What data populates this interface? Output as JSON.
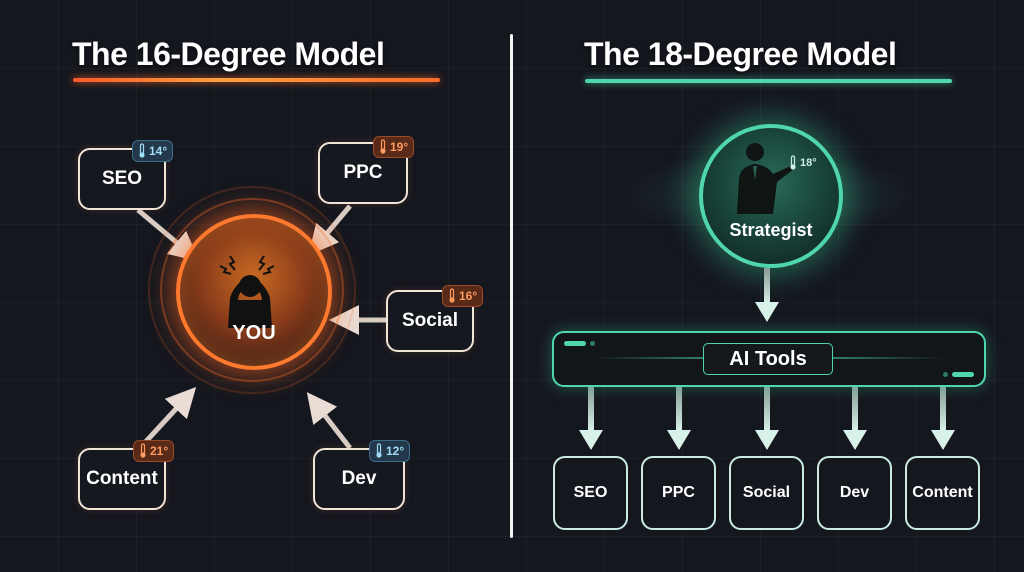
{
  "left_panel": {
    "title": "The 16-Degree Model",
    "accent_color": "#ff6a2a",
    "center_node": {
      "label": "YOU",
      "icon": "stressed-person-icon"
    },
    "nodes": [
      {
        "label": "SEO",
        "temperature": "14°",
        "temp_type": "cold"
      },
      {
        "label": "PPC",
        "temperature": "19°",
        "temp_type": "hot"
      },
      {
        "label": "Social",
        "temperature": "16°",
        "temp_type": "hot"
      },
      {
        "label": "Content",
        "temperature": "21°",
        "temp_type": "hot"
      },
      {
        "label": "Dev",
        "temperature": "12°",
        "temp_type": "cold"
      }
    ]
  },
  "right_panel": {
    "title": "The 18-Degree Model",
    "accent_color": "#4fd6ad",
    "strategist": {
      "label": "Strategist",
      "temperature": "18°",
      "icon": "businessman-icon"
    },
    "ai_tools": {
      "label": "AI Tools"
    },
    "nodes": [
      {
        "label": "SEO"
      },
      {
        "label": "PPC"
      },
      {
        "label": "Social"
      },
      {
        "label": "Dev"
      },
      {
        "label": "Content"
      }
    ]
  }
}
